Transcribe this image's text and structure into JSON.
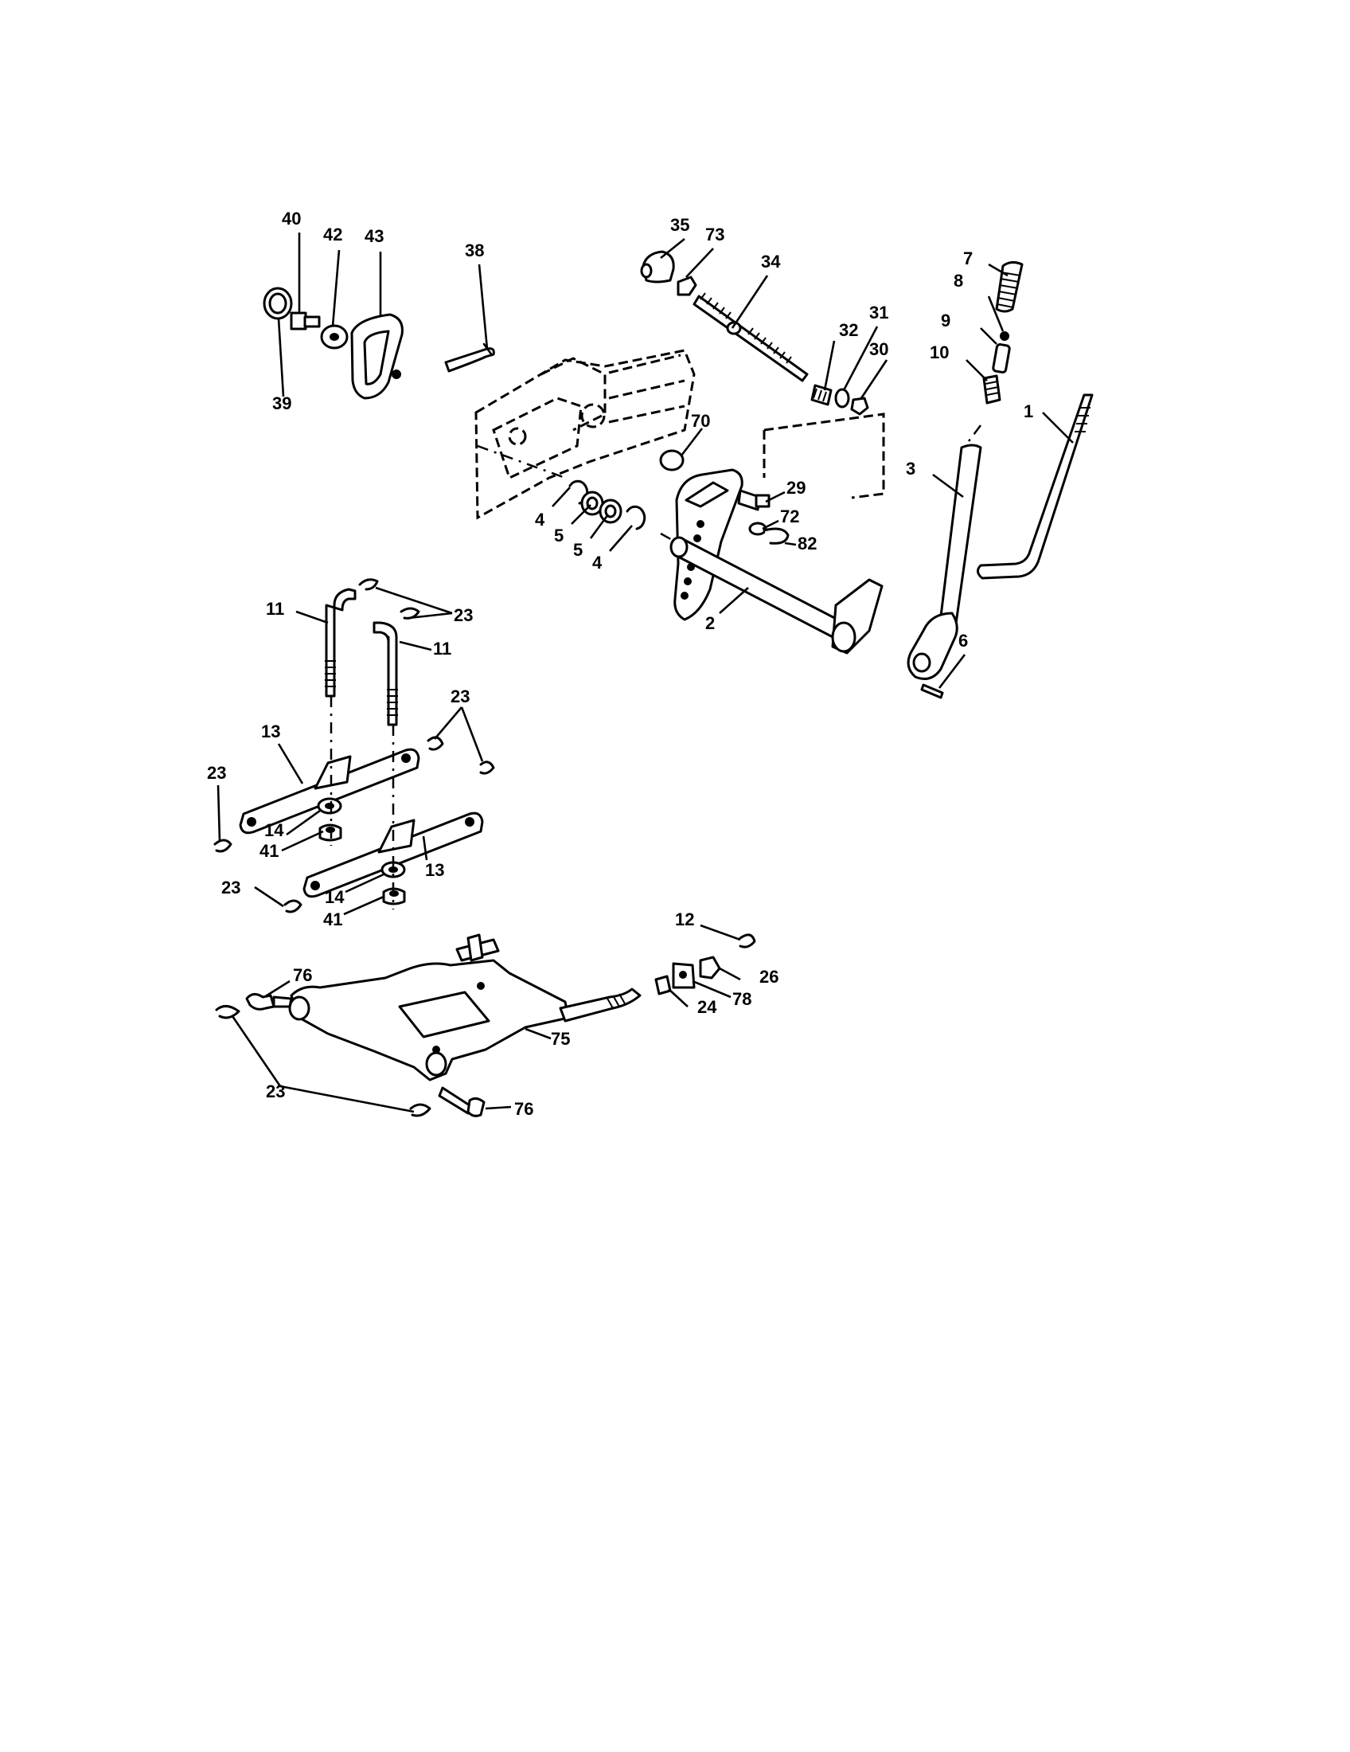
{
  "callouts": [
    "40",
    "42",
    "43",
    "38",
    "39",
    "35",
    "73",
    "34",
    "32",
    "31",
    "30",
    "7",
    "8",
    "9",
    "10",
    "1",
    "3",
    "70",
    "29",
    "72",
    "82",
    "4",
    "5",
    "5",
    "4",
    "2",
    "6",
    "11",
    "23",
    "11",
    "23",
    "13",
    "23",
    "14",
    "41",
    "13",
    "23",
    "14",
    "41",
    "12",
    "76",
    "26",
    "78",
    "24",
    "75",
    "23",
    "76"
  ]
}
